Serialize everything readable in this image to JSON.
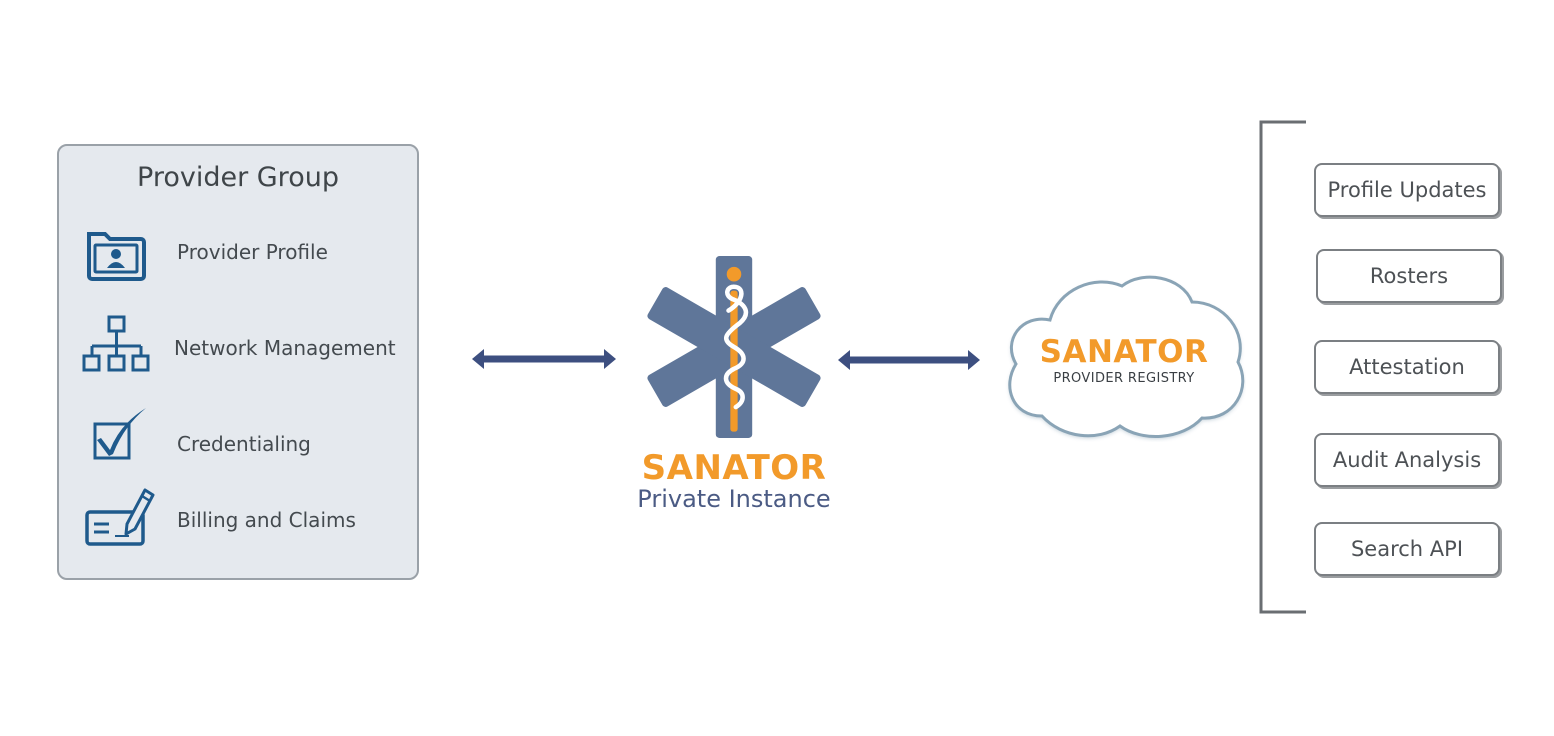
{
  "provider_group": {
    "title": "Provider Group",
    "items": [
      {
        "label": "Provider Profile",
        "icon": "profile-folder-icon"
      },
      {
        "label": "Network Management",
        "icon": "org-chart-icon"
      },
      {
        "label": "Credentialing",
        "icon": "checkbox-icon"
      },
      {
        "label": "Billing and Claims",
        "icon": "check-pen-icon"
      }
    ]
  },
  "private_instance": {
    "brand": "SANATOR",
    "subtitle": "Private Instance",
    "icon": "star-of-life-icon"
  },
  "registry": {
    "brand": "SANATOR",
    "subtitle": "PROVIDER REGISTRY",
    "icon": "cloud-icon"
  },
  "services": [
    "Profile Updates",
    "Rosters",
    "Attestation",
    "Audit Analysis",
    "Search API"
  ],
  "colors": {
    "accent_orange": "#f29a2a",
    "icon_blue": "#1f5a8c",
    "logo_slate": "#5f7699",
    "arrow_navy": "#3d4f80",
    "panel_bg": "#e5e9ee"
  }
}
